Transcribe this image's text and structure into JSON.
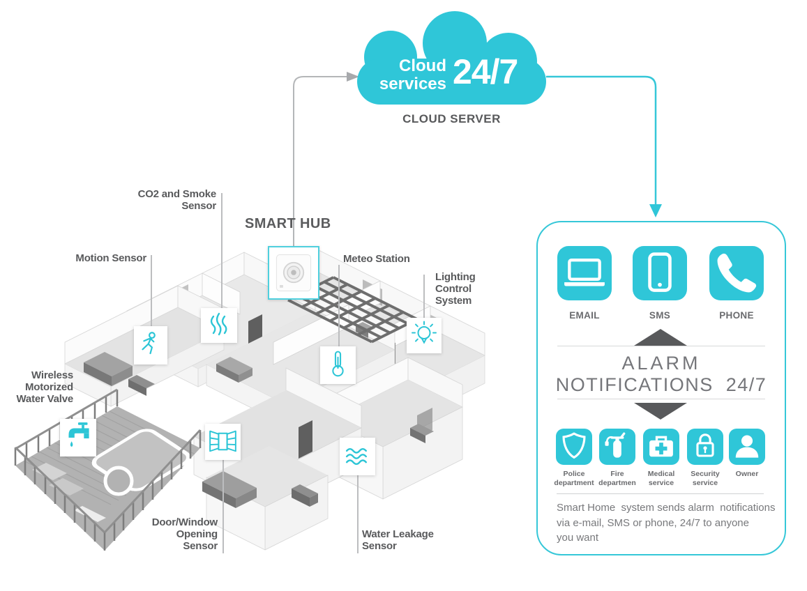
{
  "colors": {
    "accent_teal": "#2fc6d8",
    "text_dark": "#58595b",
    "text_gray": "#77787a",
    "connector_gray": "#bcbdbf",
    "arrow_gray": "#b4b6b8"
  },
  "cloud": {
    "title_line1": "Cloud",
    "title_line2": "services",
    "badge": "24/7",
    "caption": "CLOUD SERVER"
  },
  "house": {
    "hub": {
      "label": "SMART HUB",
      "icon": "smart-hub-device-icon"
    },
    "sensors": [
      {
        "id": "motion",
        "label": "Motion Sensor",
        "icon": "motion-sensor-icon"
      },
      {
        "id": "co2_smoke",
        "label": "CO2 and Smoke\nSensor",
        "icon": "smoke-flames-icon"
      },
      {
        "id": "meteo",
        "label": "Meteo Station",
        "icon": "thermometer-icon"
      },
      {
        "id": "lighting",
        "label": "Lighting\nControl\nSystem",
        "icon": "lightbulb-icon"
      },
      {
        "id": "water_valve",
        "label": "Wireless\nMotorized\nWater Valve",
        "icon": "faucet-icon"
      },
      {
        "id": "door_window",
        "label": "Door/Window\nOpening\nSensor",
        "icon": "open-window-icon"
      },
      {
        "id": "water_leakage",
        "label": "Water Leakage\nSensor",
        "icon": "water-waves-icon"
      }
    ]
  },
  "panel": {
    "channels": [
      {
        "label": "EMAIL",
        "icon": "laptop-email-icon"
      },
      {
        "label": "SMS",
        "icon": "smartphone-sms-icon"
      },
      {
        "label": "PHONE",
        "icon": "phone-handset-icon"
      }
    ],
    "alarm_line1": "ALARM",
    "alarm_line2": "NOTIFICATIONS  24/7",
    "services": [
      {
        "label": "Police\ndepartment",
        "icon": "police-shield-icon"
      },
      {
        "label": "Fire\ndepartmen",
        "icon": "fire-extinguisher-icon"
      },
      {
        "label": "Medical\nservice",
        "icon": "medical-kit-icon"
      },
      {
        "label": "Security\nservice",
        "icon": "security-lock-icon"
      },
      {
        "label": "Owner",
        "icon": "owner-person-icon"
      }
    ],
    "description": "Smart Home  system sends alarm  notifications\nvia e-mail, SMS or phone, 24/7 to anyone\nyou want"
  }
}
